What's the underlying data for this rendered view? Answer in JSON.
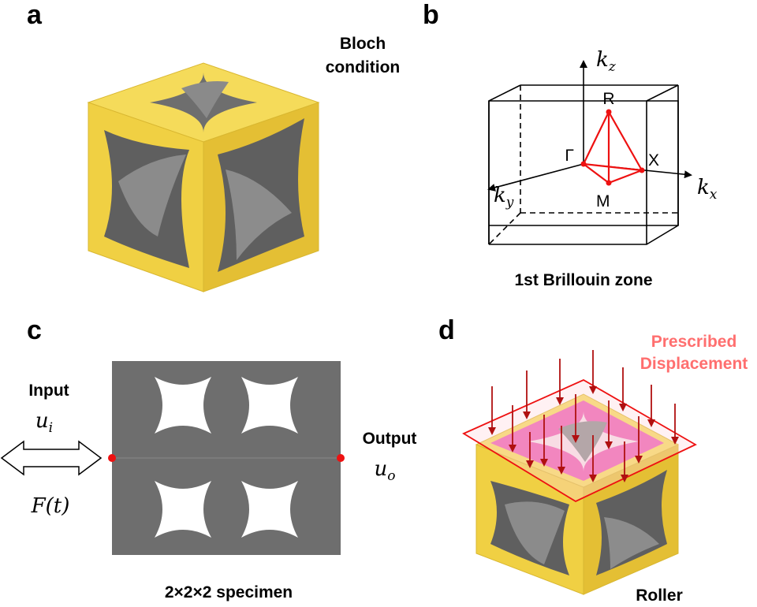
{
  "panels": {
    "a": {
      "letter": "a",
      "label_line1": "Bloch",
      "label_line2": "condition"
    },
    "b": {
      "letter": "b",
      "caption": "1st Brillouin zone",
      "axes": {
        "kz": "k",
        "kz_sub": "z",
        "kx": "k",
        "kx_sub": "x",
        "ky": "k",
        "ky_sub": "y"
      },
      "points": {
        "R": "R",
        "Gamma": "Γ",
        "X": "X",
        "M": "M"
      }
    },
    "c": {
      "letter": "c",
      "input_label": "Input",
      "input_var": "u",
      "input_sub": "i",
      "output_label": "Output",
      "output_var": "u",
      "output_sub": "o",
      "force_label": "F(t)",
      "caption": "2×2×2 specimen"
    },
    "d": {
      "letter": "d",
      "top_label_line1": "Prescribed",
      "top_label_line2": "Displacement",
      "bottom_label": "Roller"
    }
  },
  "colors": {
    "cube_face": "#f2d54c",
    "cube_front": "#ecc93a",
    "cube_side": "#e0bc34",
    "void": "#7a7a7a",
    "path": "#ee1111",
    "pink": "#ff6f6f",
    "specimen": "#6e6e6e",
    "plate": "#ec5bb0"
  }
}
